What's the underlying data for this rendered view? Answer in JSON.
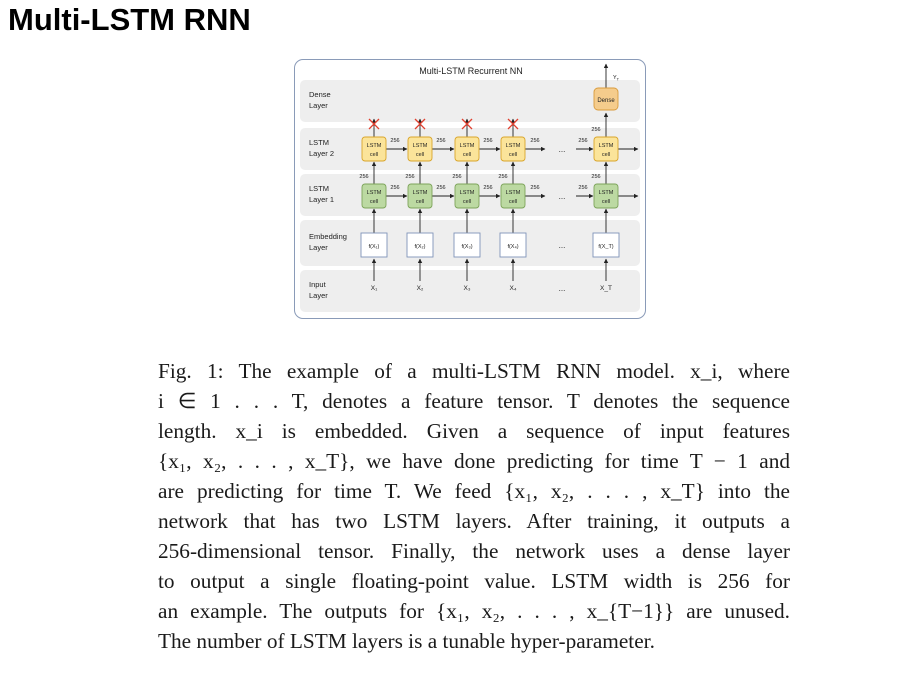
{
  "slide_title": "Multi-LSTM RNN",
  "figure": {
    "title": "Multi-LSTM Recurrent NN",
    "layers": {
      "dense": [
        "Dense",
        "Layer"
      ],
      "lstm2": [
        "LSTM",
        "Layer 2"
      ],
      "lstm1": [
        "LSTM",
        "Layer 1"
      ],
      "embedding": [
        "Embedding",
        "Layer"
      ],
      "input": [
        "Input",
        "Layer"
      ]
    },
    "dense_label": "Dense",
    "lstm_cell_label": [
      "LSTM",
      "cell"
    ],
    "width_label": "256",
    "output_label": "Y",
    "output_sub": "T",
    "ellipsis": "...",
    "embeddings": [
      "f(X₁)",
      "f(X₂)",
      "f(X₃)",
      "f(X₄)",
      "f(X_T)"
    ],
    "inputs": [
      "X₁",
      "X₂",
      "X₃",
      "X₄",
      "X_T"
    ]
  },
  "caption": {
    "lines": [
      "Fig. 1: The example of a multi-LSTM RNN model. x_i, where",
      "i ∈ 1 . . . T, denotes a feature tensor. T denotes the sequence",
      "length. x_i is embedded. Given a sequence of input features",
      "{x₁, x₂, . . . , x_T}, we have done predicting for time T − 1 and",
      "are predicting for time T. We feed {x₁, x₂, . . . , x_T} into the",
      "network that has two LSTM layers. After training, it outputs a",
      "256-dimensional tensor. Finally, the network uses a dense layer",
      "to output a single floating-point value. LSTM width is 256 for",
      "an example. The outputs for {x₁, x₂, . . . , x_{T−1}} are unused.",
      "The number of LSTM layers is a tunable hyper-parameter."
    ]
  },
  "colors": {
    "band": "#eeeeee",
    "lstm2_fill": "#fbe49a",
    "lstm2_stroke": "#d9a52b",
    "lstm1_fill": "#bcd9a2",
    "lstm1_stroke": "#7da45a",
    "dense_fill": "#f5cc8c",
    "dense_stroke": "#d99b3c",
    "embed_stroke": "#7f93b8",
    "cross": "#e0402f"
  }
}
